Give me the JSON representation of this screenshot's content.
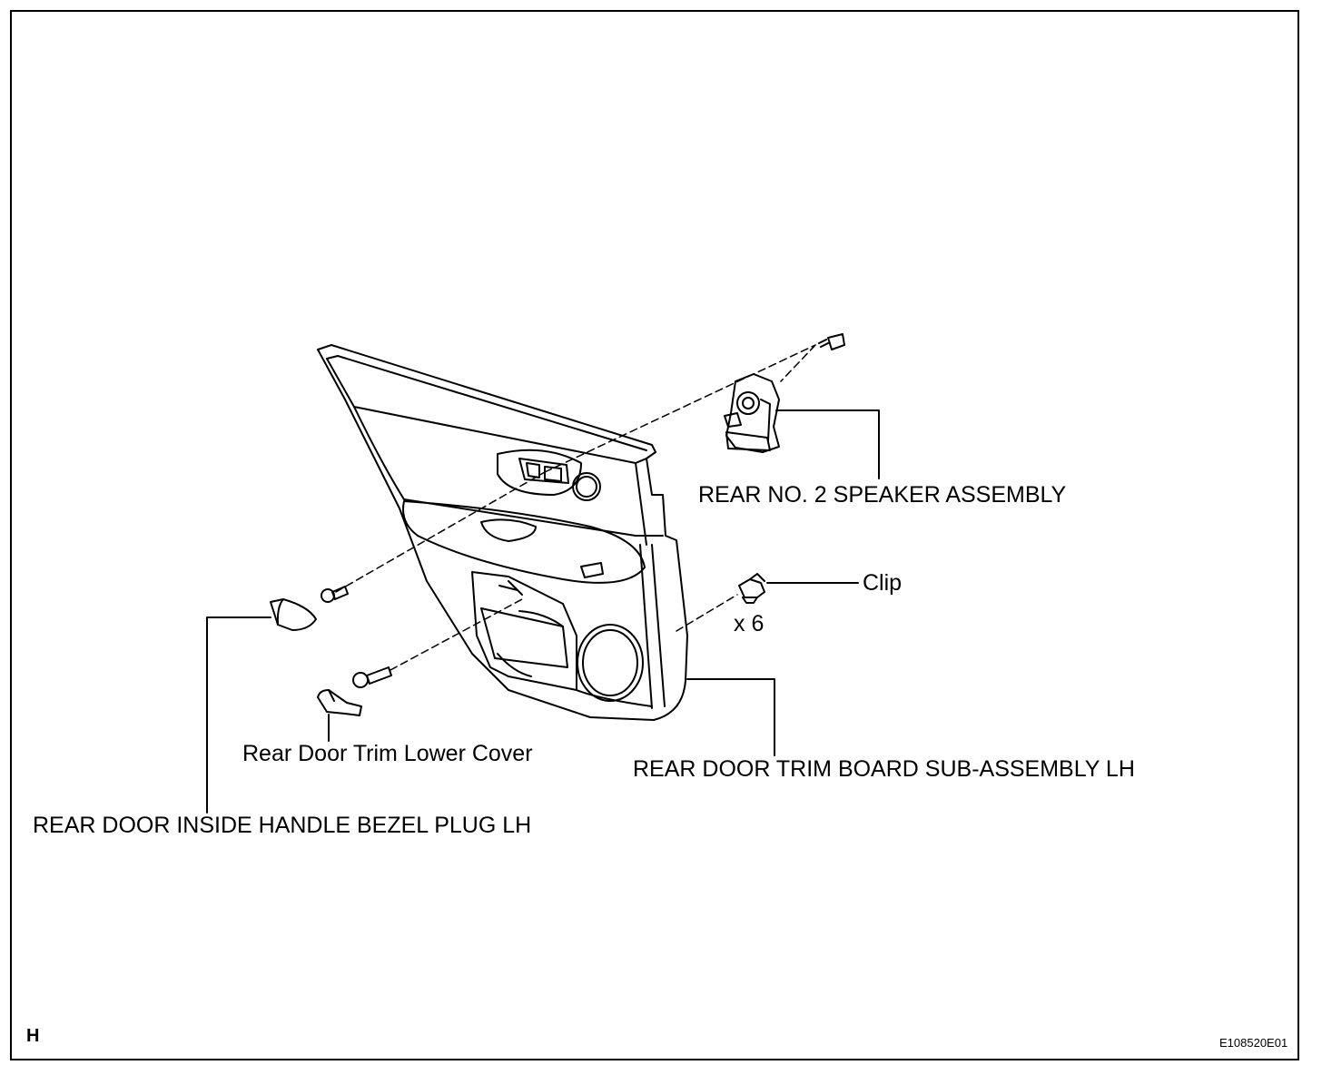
{
  "labels": {
    "speaker": "REAR NO. 2 SPEAKER ASSEMBLY",
    "clip": "Clip",
    "clip_count": "x 6",
    "lower_cover": "Rear Door Trim Lower Cover",
    "trim_board": "REAR DOOR TRIM BOARD SUB-ASSEMBLY LH",
    "bezel_plug": "REAR DOOR INSIDE HANDLE BEZEL PLUG LH"
  },
  "corner_mark": "H",
  "figure_code": "E108520E01",
  "colors": {
    "line": "#000000",
    "background": "#ffffff"
  }
}
